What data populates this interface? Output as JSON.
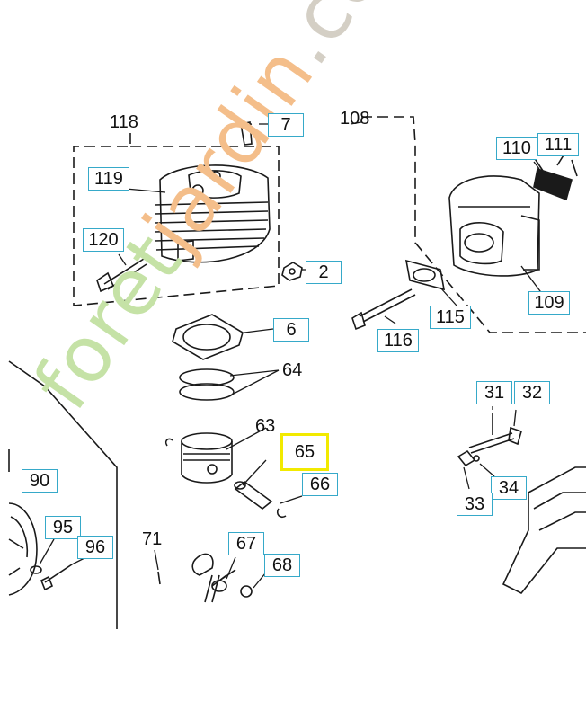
{
  "watermark": {
    "part1": "foret",
    "part2": "jardin",
    "part3": ".com"
  },
  "colors": {
    "box_border": "#36a9c9",
    "highlight_border": "#f2ea00",
    "line": "#1a1a1a",
    "watermark_green": "#c5e2a6",
    "watermark_orange": "#f4be8a",
    "watermark_gray": "#d4cfc5"
  },
  "parts": {
    "p118": "118",
    "p7": "7",
    "p108": "108",
    "p110": "110",
    "p111": "111",
    "p119": "119",
    "p120": "120",
    "p2": "2",
    "p115": "115",
    "p109": "109",
    "p6": "6",
    "p116": "116",
    "p64": "64",
    "p63": "63",
    "p65": "65",
    "p66": "66",
    "p31": "31",
    "p32": "32",
    "p34": "34",
    "p33": "33",
    "p90": "90",
    "p95": "95",
    "p96": "96",
    "p71": "71",
    "p67": "67",
    "p68": "68"
  }
}
